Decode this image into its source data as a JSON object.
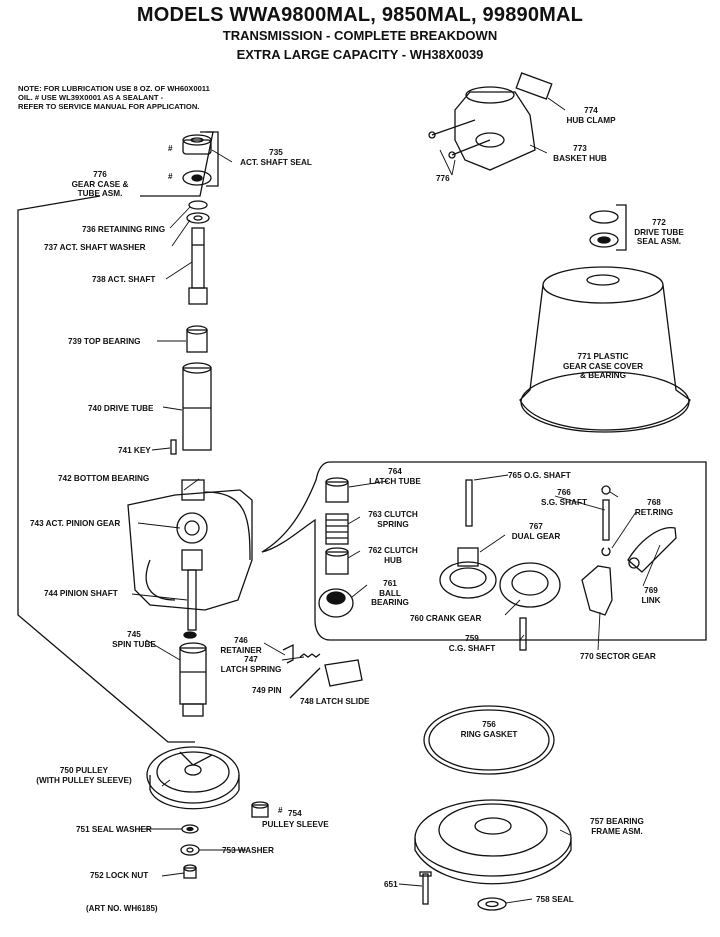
{
  "header": {
    "title": "MODELS WWA9800MAL, 9850MAL, 99890MAL",
    "subtitle": "TRANSMISSION - COMPLETE BREAKDOWN",
    "capacity": "EXTRA LARGE CAPACITY - WH38X0039"
  },
  "note": {
    "line1": "NOTE: FOR LUBRICATION USE 8 OZ. OF WH60X0011",
    "line2": "OIL. # USE WL39X0001 AS A SEALANT -",
    "line3": "REFER TO SERVICE MANUAL FOR APPLICATION."
  },
  "parts": {
    "p735": "735",
    "p735_name": "ACT. SHAFT SEAL",
    "hash_a": "#",
    "hash_b": "#",
    "p776a": "776",
    "p776a_l1": "GEAR CASE &",
    "p776a_l2": "TUBE ASM.",
    "p736": "736 RETAINING RING",
    "p737": "737  ACT. SHAFT WASHER",
    "p738": "738 ACT. SHAFT",
    "p739": "739 TOP BEARING",
    "p740": "740 DRIVE TUBE",
    "p741": "741 KEY",
    "p742": "742 BOTTOM BEARING",
    "p743": "743 ACT. PINION GEAR",
    "p744": "744 PINION SHAFT",
    "p745": "745",
    "p745_name": "SPIN TUBE",
    "p746": "746",
    "p746_name": "RETAINER",
    "p747": "747",
    "p747_name": "LATCH SPRING",
    "p749": "749 PIN",
    "p748": "748 LATCH SLIDE",
    "p774": "774",
    "p774_name": "HUB CLAMP",
    "p773": "773",
    "p773_name": "BASKET HUB",
    "p776b": "776",
    "p772": "772",
    "p772_l1": "DRIVE TUBE",
    "p772_l2": "SEAL ASM.",
    "p771_l1": "771 PLASTIC",
    "p771_l2": "GEAR CASE COVER",
    "p771_l3": "& BEARING",
    "p764a": "764",
    "p764a_name": "LATCH TUBE",
    "p765": "765 O.G. SHAFT",
    "p766": "766",
    "p766_name": "S.G. SHAFT",
    "p768": "768",
    "p768_name": "RET.RING",
    "p763": "763 CLUTCH",
    "p763_name": "SPRING",
    "p767": "767",
    "p767_name": "DUAL GEAR",
    "p762": "762 CLUTCH",
    "p762_name": "HUB",
    "p761": "761",
    "p761_l1": "BALL",
    "p761_l2": "BEARING",
    "p769": "769",
    "p769_name": "LINK",
    "p760c": "760 CRANK GEAR",
    "p759": "759",
    "p759_name": "C.G. SHAFT",
    "p770": "770 SECTOR GEAR",
    "p756": "756",
    "p756_name": "RING GASKET",
    "p750": "750 PULLEY",
    "p750_name": "(WITH PULLEY SLEEVE)",
    "hash_c": "#",
    "p754": "754",
    "p754_name": "PULLEY SLEEVE",
    "p751": "751 SEAL WASHER",
    "p753": "753 WASHER",
    "p752": "752 LOCK NUT",
    "p757": "757 BEARING",
    "p757_name": "FRAME ASM.",
    "p651": "651",
    "p758": "758 SEAL"
  },
  "footer": {
    "art_no": "(ART NO. WH6185)"
  }
}
